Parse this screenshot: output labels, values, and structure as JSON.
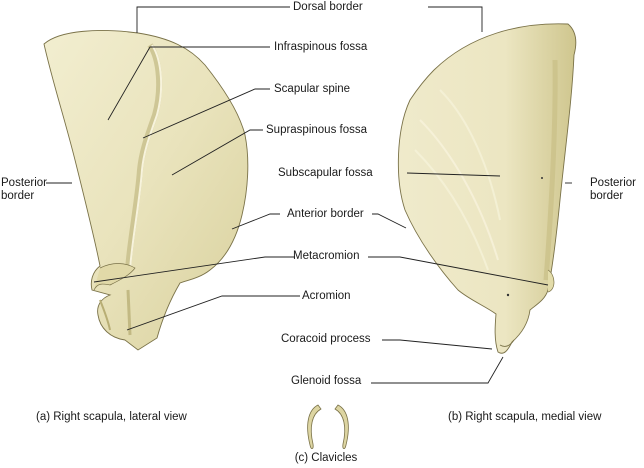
{
  "figure": {
    "labels": {
      "dorsal_border": "Dorsal border",
      "infraspinous_fossa": "Infraspinous fossa",
      "scapular_spine": "Scapular spine",
      "supraspinous_fossa": "Supraspinous fossa",
      "subscapular_fossa": "Subscapular fossa",
      "anterior_border": "Anterior border",
      "metacromion": "Metacromion",
      "acromion": "Acromion",
      "coracoid_process": "Coracoid process",
      "glenoid_fossa": "Glenoid fossa",
      "posterior_border_left_1": "Posterior",
      "posterior_border_left_2": "border",
      "posterior_border_right_1": "Posterior",
      "posterior_border_right_2": "border"
    },
    "captions": {
      "a": "(a) Right scapula, lateral view",
      "b": "(b) Right scapula, medial view",
      "c": "(c) Clavicles"
    },
    "colors": {
      "bone_fill": "#e8e2b8",
      "bone_light": "#f3efd2",
      "bone_shadow": "#c9c08a",
      "bone_outline": "#6e6840",
      "leader_line": "#222222"
    }
  }
}
